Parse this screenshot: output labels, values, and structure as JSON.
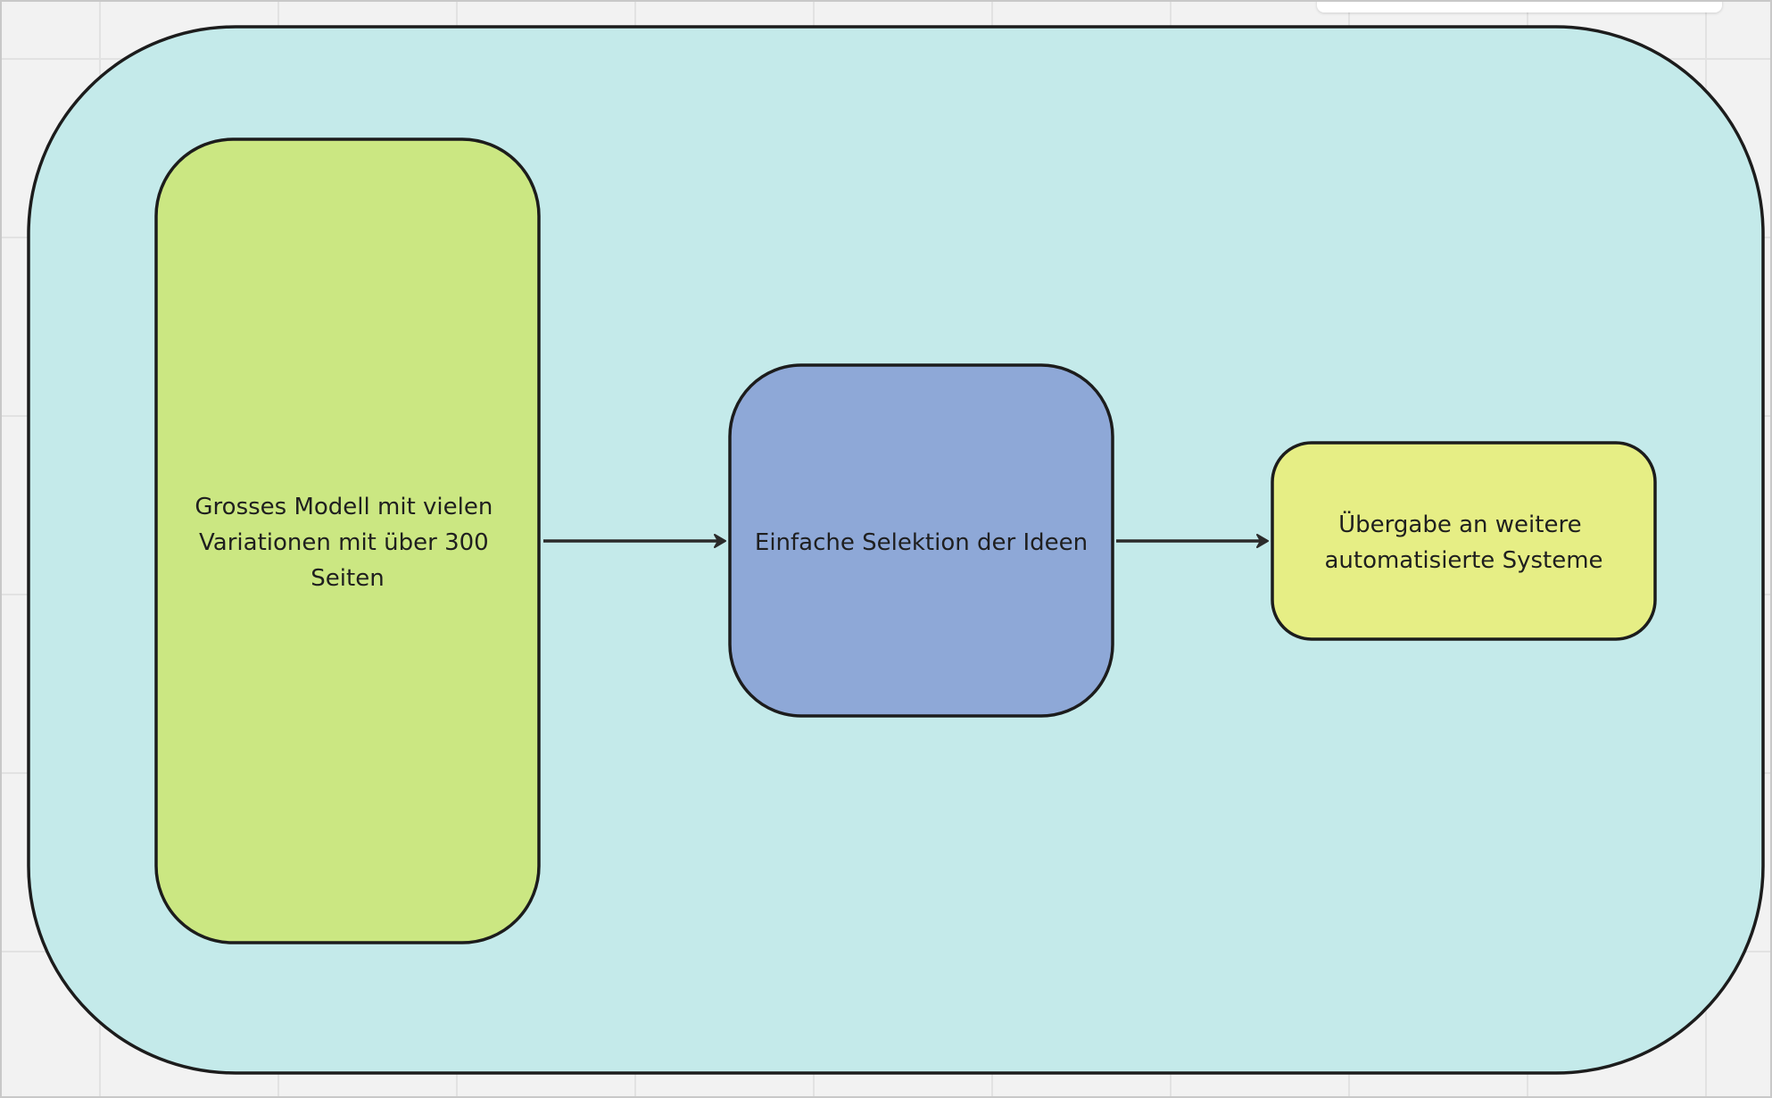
{
  "diagram": {
    "nodes": [
      {
        "id": "n1",
        "label_lines": [
          "Grosses Modell mit vielen",
          "Variationen mit über 300",
          "Seiten"
        ],
        "fill": "#cbe782"
      },
      {
        "id": "n2",
        "label_lines": [
          "Einfache Selektion der Ideen"
        ],
        "fill": "#8ea8d7"
      },
      {
        "id": "n3",
        "label_lines": [
          "Übergabe an weitere",
          "automatisierte Systeme"
        ],
        "fill": "#e6ee85"
      }
    ],
    "edges": [
      {
        "from": "n1",
        "to": "n2"
      },
      {
        "from": "n2",
        "to": "n3"
      }
    ],
    "colors": {
      "frame_fill": "#c4eaea",
      "stroke": "#1c1c1c",
      "canvas": "#f2f2f2"
    }
  }
}
